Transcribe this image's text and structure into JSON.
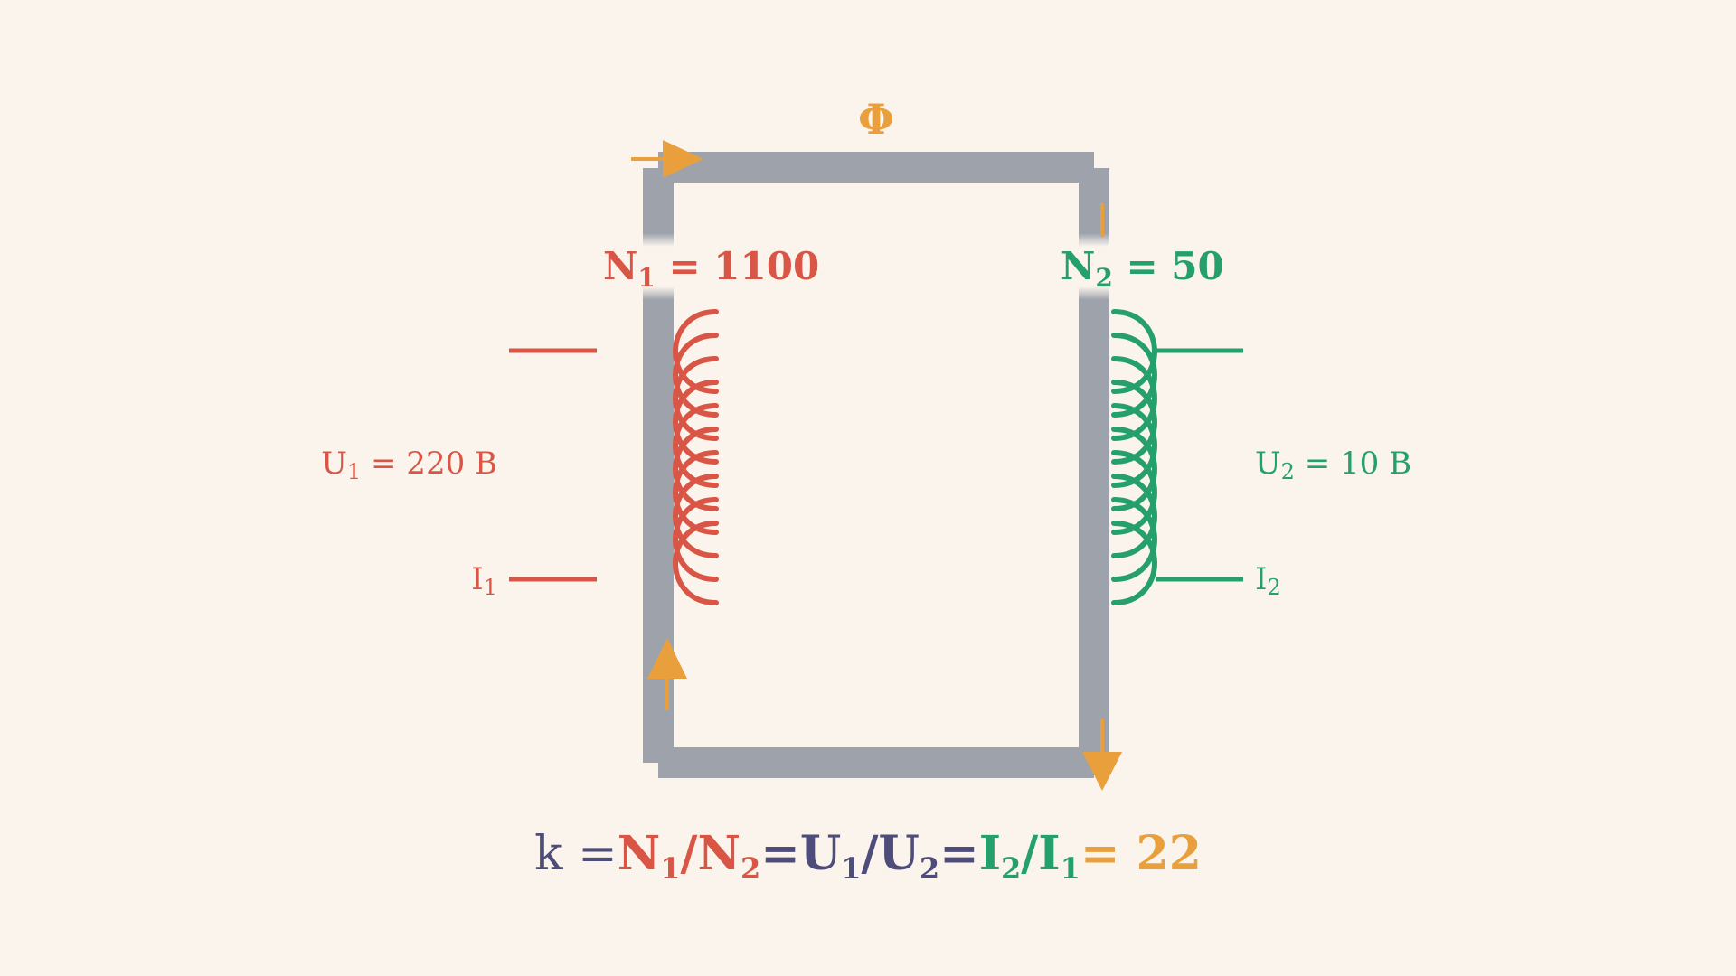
{
  "flux_symbol": "Φ",
  "primary": {
    "turns_label": "N",
    "turns_sub": "1",
    "turns_eq": " = 1100",
    "voltage_label": "U",
    "voltage_sub": "1",
    "voltage_eq": " = 220 В",
    "current_label": "I",
    "current_sub": "1"
  },
  "secondary": {
    "turns_label": "N",
    "turns_sub": "2",
    "turns_eq": " = 50",
    "voltage_label": "U",
    "voltage_sub": "2",
    "voltage_eq": " = 10 В",
    "current_label": "I",
    "current_sub": "2"
  },
  "formula": {
    "k": "k",
    "eq1": " =",
    "n_ratio": {
      "a": "N",
      "a_sub": "1",
      "slash": "/",
      "b": "N",
      "b_sub": "2"
    },
    "eq2": "=",
    "u_ratio": {
      "a": "U",
      "a_sub": "1",
      "slash": "/",
      "b": "U",
      "b_sub": "2"
    },
    "eq3": "=",
    "i_ratio": {
      "a": "I",
      "a_sub": "2",
      "slash": "/",
      "b": "I",
      "b_sub": "1"
    },
    "result": "= 22"
  },
  "colors": {
    "background": "#fbf4ed",
    "core": "#9da2ab",
    "primary": "#d95646",
    "secondary": "#25a06d",
    "flux": "#e9a03c",
    "formula": "#4e4c78"
  }
}
